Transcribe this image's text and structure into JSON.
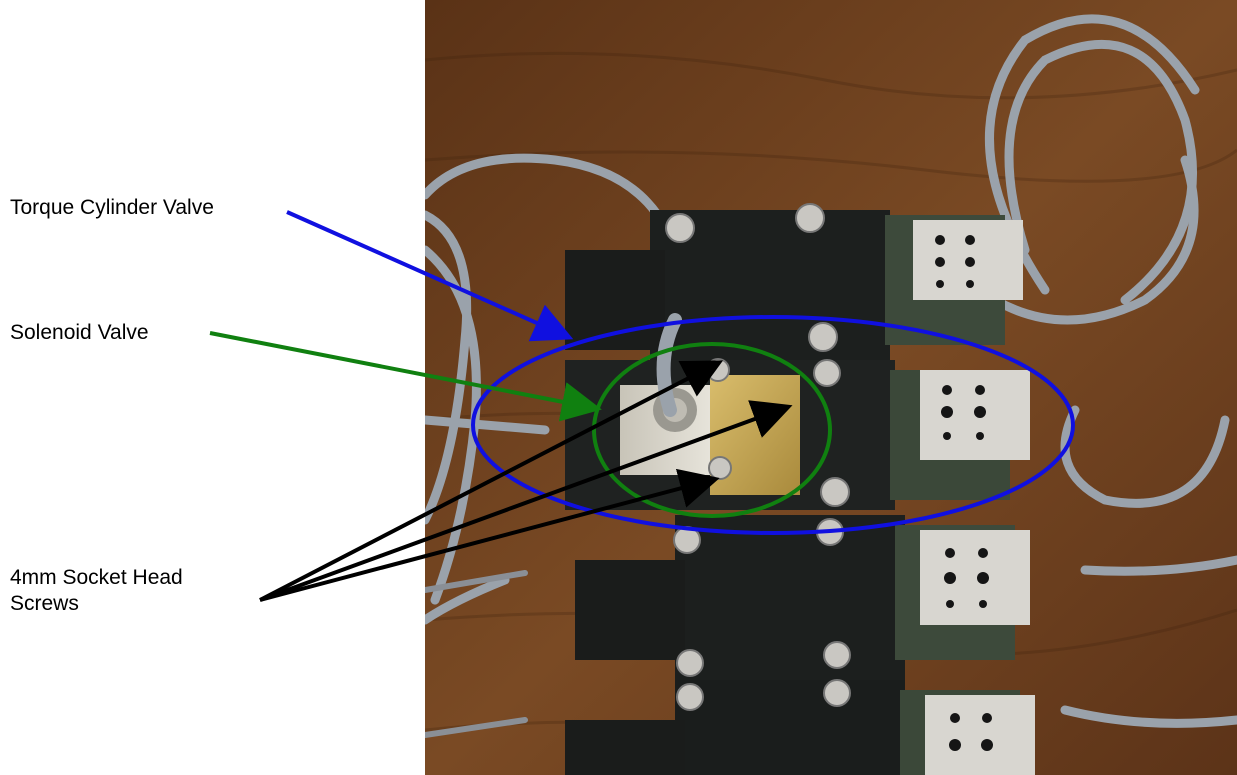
{
  "callouts": {
    "torque_cylinder_valve": "Torque Cylinder Valve",
    "solenoid_valve": "Solenoid Valve",
    "screws": "4mm Socket Head Screws"
  },
  "colors": {
    "torque_arrow": "#1010e0",
    "solenoid_arrow": "#108010",
    "screw_arrows": "#000000",
    "wood": "#6b3d1f",
    "manifold": "#1c1f1e",
    "solenoid_body": "#c9a957",
    "connector": "#d8d6d0",
    "cable": "#9aa2ab"
  }
}
